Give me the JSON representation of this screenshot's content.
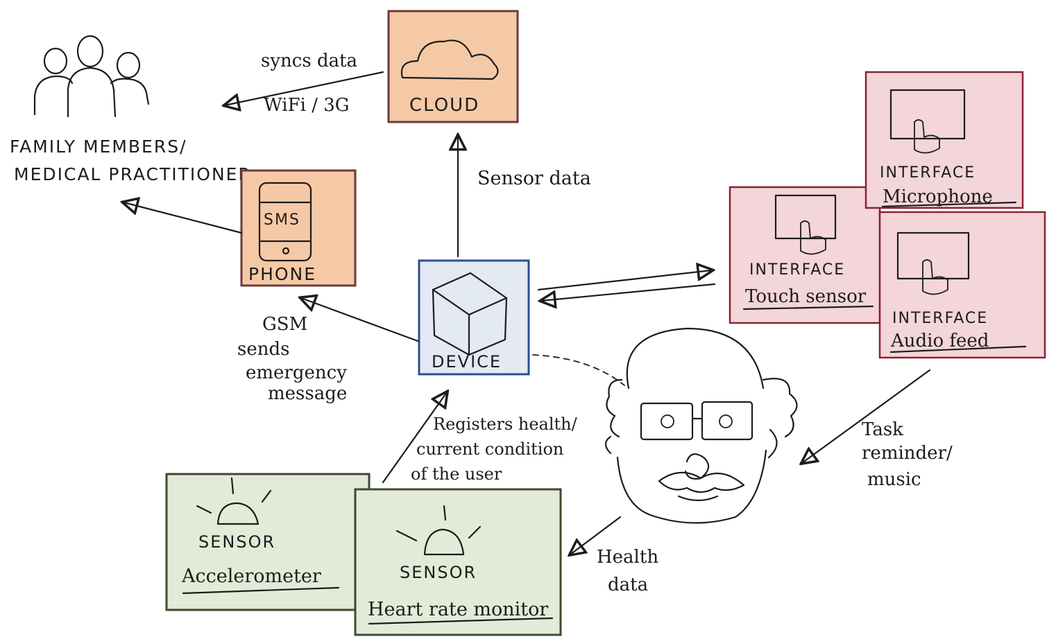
{
  "nodes": {
    "family": {
      "line1": "FAMILY MEMBERS/",
      "line2": "MEDICAL PRACTITIONER"
    },
    "cloud": {
      "label": "CLOUD"
    },
    "phone": {
      "screen_text": "SMS",
      "label": "PHONE"
    },
    "device": {
      "label": "DEVICE"
    },
    "interface_touch": {
      "title": "INTERFACE",
      "subtitle": "Touch sensor"
    },
    "interface_microphone": {
      "title": "INTERFACE",
      "subtitle": "Microphone"
    },
    "interface_audio": {
      "title": "INTERFACE",
      "subtitle": "Audio feed"
    },
    "sensor_accelerometer": {
      "title": "SENSOR",
      "subtitle": "Accelerometer"
    },
    "sensor_heart": {
      "title": "SENSOR",
      "subtitle": "Heart rate monitor"
    }
  },
  "edge_labels": {
    "syncs": [
      "syncs data",
      "WiFi / 3G"
    ],
    "sensor_data": [
      "Sensor data"
    ],
    "gsm": [
      "GSM",
      "sends",
      "emergency",
      "message"
    ],
    "registers": [
      "Registers health/",
      "current condition",
      "of the user"
    ],
    "task": [
      "Task",
      "reminder/",
      "music"
    ],
    "health": [
      "Health",
      "data"
    ]
  },
  "colors": {
    "cloud_phone_fill": "#f6c9a6",
    "cloud_phone_border": "#6b3a3a",
    "device_fill": "#e3eaf4",
    "device_border": "#2a4f8f",
    "interface_fill": "#f3d5da",
    "interface_border": "#8a2230",
    "sensor_fill": "#e3ebd8",
    "sensor_border": "#3d4a30"
  }
}
